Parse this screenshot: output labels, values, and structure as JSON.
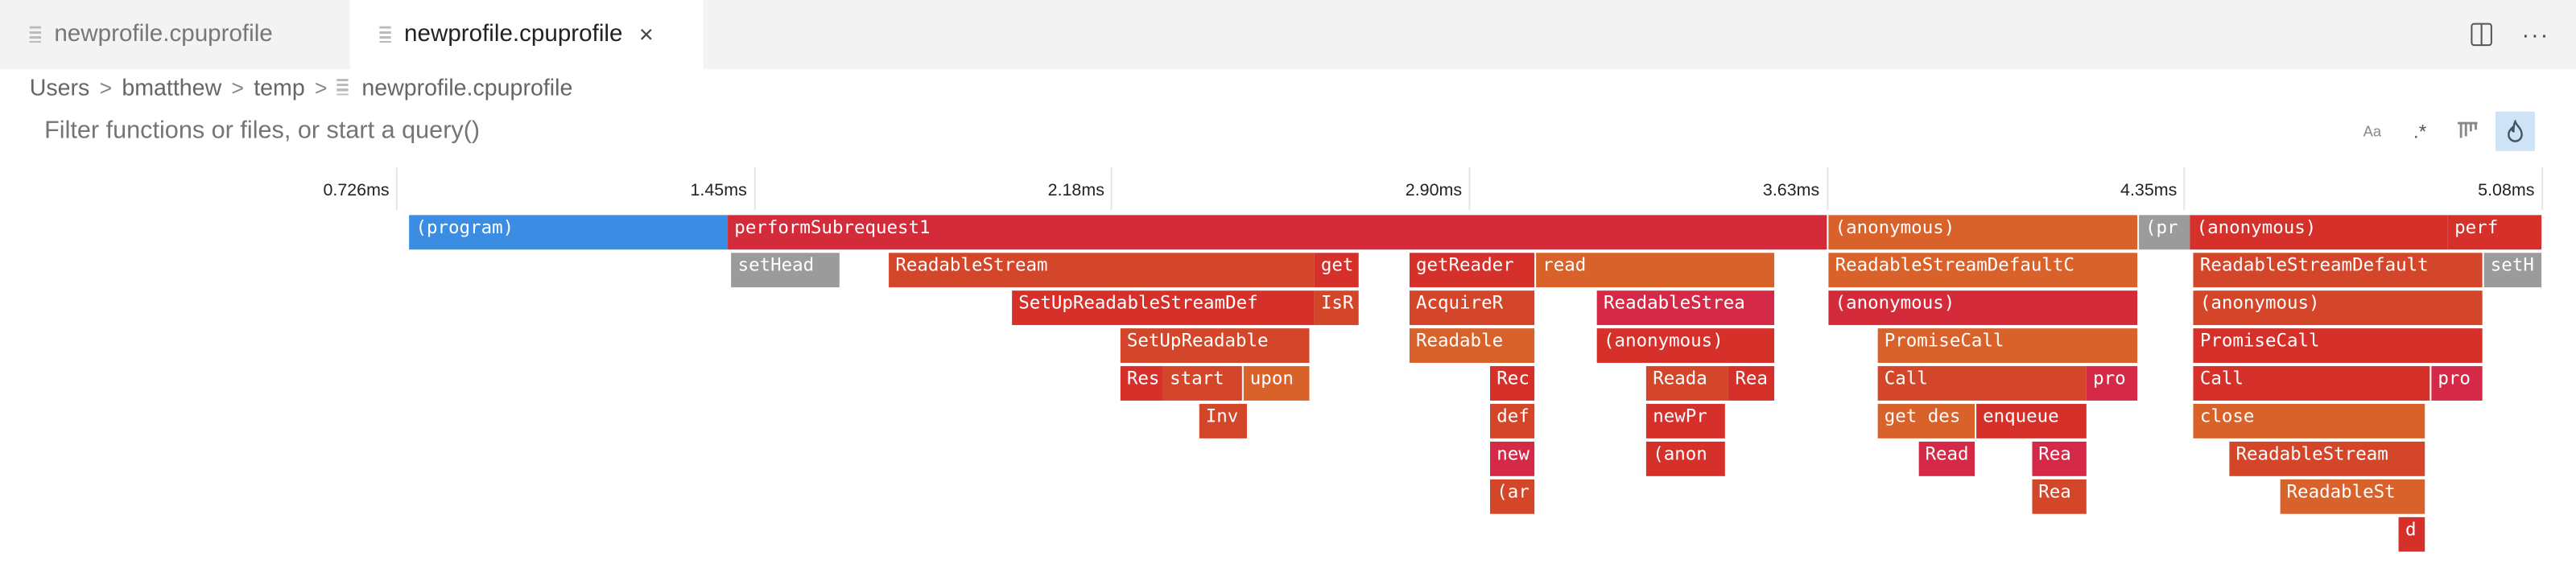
{
  "tabs": [
    {
      "label": "newprofile.cpuprofile",
      "active": false
    },
    {
      "label": "newprofile.cpuprofile",
      "active": true,
      "close": "×"
    }
  ],
  "actions": {
    "split": "split-editor-icon",
    "more": "···"
  },
  "breadcrumb": [
    "Users",
    "bmatthew",
    "temp",
    "newprofile.cpuprofile"
  ],
  "breadcrumb_sep": ">",
  "filter": {
    "placeholder": "Filter functions or files, or start a query()"
  },
  "tools": [
    {
      "label": "Aa",
      "icon": "match-case-icon",
      "active": false
    },
    {
      "label": ".*",
      "icon": "regex-icon",
      "active": false
    },
    {
      "label": "",
      "icon": "left-heavy-icon",
      "active": false
    },
    {
      "label": "",
      "icon": "flame-icon",
      "active": true
    }
  ],
  "colors": {
    "blue": "#3b8de3",
    "perform": "#d42b3a",
    "orange": "#d9622b",
    "gray": "#9b9b9b",
    "redorange": "#d4462a",
    "crimson": "#d42a47",
    "red": "#d5302a"
  },
  "chart_data": {
    "type": "flame",
    "unit": "ms",
    "xlim": [
      0.726,
      5.09
    ],
    "ticks": [
      "0.726ms",
      "1.45ms",
      "2.18ms",
      "2.90ms",
      "3.63ms",
      "4.35ms",
      "5.08ms"
    ],
    "tick_values": [
      0.726,
      1.452,
      2.178,
      2.904,
      3.63,
      4.356,
      5.082
    ],
    "bars": [
      {
        "label": "(program)",
        "depth": 0,
        "start": 0.753,
        "end": 1.4,
        "color": "blue"
      },
      {
        "label": "performSubrequest1",
        "depth": 0,
        "start": 1.4,
        "end": 3.635,
        "color": "perform"
      },
      {
        "label": "(anonymous)",
        "depth": 0,
        "start": 3.635,
        "end": 4.265,
        "color": "orange"
      },
      {
        "label": "(pr",
        "depth": 0,
        "start": 4.265,
        "end": 4.369,
        "color": "gray"
      },
      {
        "label": "(anonymous)",
        "depth": 0,
        "start": 4.369,
        "end": 4.893,
        "color": "red"
      },
      {
        "label": "perf",
        "depth": 0,
        "start": 4.893,
        "end": 5.086,
        "color": "red"
      },
      {
        "label": "setHead",
        "depth": 1,
        "start": 1.407,
        "end": 1.627,
        "color": "gray"
      },
      {
        "label": "ReadableStream",
        "depth": 1,
        "start": 1.727,
        "end": 2.591,
        "color": "redorange"
      },
      {
        "label": "get",
        "depth": 1,
        "start": 2.591,
        "end": 2.684,
        "color": "red"
      },
      {
        "label": "getReader",
        "depth": 1,
        "start": 2.784,
        "end": 3.041,
        "color": "red"
      },
      {
        "label": "read",
        "depth": 1,
        "start": 3.041,
        "end": 3.528,
        "color": "orange"
      },
      {
        "label": "ReadableStreamDefaultC",
        "depth": 1,
        "start": 3.635,
        "end": 4.265,
        "color": "orange"
      },
      {
        "label": "ReadableStreamDefault",
        "depth": 1,
        "start": 4.376,
        "end": 4.966,
        "color": "redorange"
      },
      {
        "label": "setH",
        "depth": 1,
        "start": 4.966,
        "end": 5.086,
        "color": "gray"
      },
      {
        "label": "SetUpReadableStreamDef",
        "depth": 2,
        "start": 1.977,
        "end": 2.591,
        "color": "red"
      },
      {
        "label": "IsR",
        "depth": 2,
        "start": 2.591,
        "end": 2.684,
        "color": "redorange"
      },
      {
        "label": "AcquireR",
        "depth": 2,
        "start": 2.784,
        "end": 3.041,
        "color": "redorange"
      },
      {
        "label": "ReadableStrea",
        "depth": 2,
        "start": 3.165,
        "end": 3.528,
        "color": "crimson"
      },
      {
        "label": "(anonymous)",
        "depth": 2,
        "start": 3.635,
        "end": 4.265,
        "color": "perform"
      },
      {
        "label": "(anonymous)",
        "depth": 2,
        "start": 4.376,
        "end": 4.966,
        "color": "redorange"
      },
      {
        "label": "SetUpReadable",
        "depth": 3,
        "start": 2.197,
        "end": 2.584,
        "color": "redorange"
      },
      {
        "label": "Readable",
        "depth": 3,
        "start": 2.784,
        "end": 3.041,
        "color": "orange"
      },
      {
        "label": "(anonymous)",
        "depth": 3,
        "start": 3.165,
        "end": 3.528,
        "color": "red"
      },
      {
        "label": "PromiseCall",
        "depth": 3,
        "start": 3.735,
        "end": 4.265,
        "color": "orange"
      },
      {
        "label": "PromiseCall",
        "depth": 3,
        "start": 4.376,
        "end": 4.966,
        "color": "red"
      },
      {
        "label": "Res",
        "depth": 4,
        "start": 2.197,
        "end": 2.284,
        "color": "red"
      },
      {
        "label": "start",
        "depth": 4,
        "start": 2.284,
        "end": 2.447,
        "color": "redorange"
      },
      {
        "label": "upon",
        "depth": 4,
        "start": 2.447,
        "end": 2.584,
        "color": "orange"
      },
      {
        "label": "Rec",
        "depth": 4,
        "start": 2.948,
        "end": 3.041,
        "color": "red"
      },
      {
        "label": "Reada",
        "depth": 4,
        "start": 3.265,
        "end": 3.432,
        "color": "redorange"
      },
      {
        "label": "Rea",
        "depth": 4,
        "start": 3.432,
        "end": 3.528,
        "color": "red"
      },
      {
        "label": "Call",
        "depth": 4,
        "start": 3.735,
        "end": 4.159,
        "color": "redorange"
      },
      {
        "label": "pro",
        "depth": 4,
        "start": 4.159,
        "end": 4.265,
        "color": "crimson"
      },
      {
        "label": "Call",
        "depth": 4,
        "start": 4.376,
        "end": 4.859,
        "color": "red"
      },
      {
        "label": "pro",
        "depth": 4,
        "start": 4.859,
        "end": 4.966,
        "color": "crimson"
      },
      {
        "label": "Inv",
        "depth": 5,
        "start": 2.357,
        "end": 2.457,
        "color": "redorange"
      },
      {
        "label": "def",
        "depth": 5,
        "start": 2.948,
        "end": 3.041,
        "color": "redorange"
      },
      {
        "label": "newPr",
        "depth": 5,
        "start": 3.265,
        "end": 3.425,
        "color": "red"
      },
      {
        "label": "get des",
        "depth": 5,
        "start": 3.735,
        "end": 3.935,
        "color": "orange"
      },
      {
        "label": "enqueue",
        "depth": 5,
        "start": 3.935,
        "end": 4.159,
        "color": "red"
      },
      {
        "label": "close",
        "depth": 5,
        "start": 4.376,
        "end": 4.849,
        "color": "orange"
      },
      {
        "label": "new",
        "depth": 6,
        "start": 2.948,
        "end": 3.041,
        "color": "crimson"
      },
      {
        "label": "(anon",
        "depth": 6,
        "start": 3.265,
        "end": 3.425,
        "color": "red"
      },
      {
        "label": "Read",
        "depth": 6,
        "start": 3.818,
        "end": 3.935,
        "color": "crimson"
      },
      {
        "label": "Rea",
        "depth": 6,
        "start": 4.048,
        "end": 4.159,
        "color": "crimson"
      },
      {
        "label": "ReadableStream",
        "depth": 6,
        "start": 4.449,
        "end": 4.849,
        "color": "redorange"
      },
      {
        "label": "(ar",
        "depth": 7,
        "start": 2.948,
        "end": 3.041,
        "color": "redorange"
      },
      {
        "label": "Rea",
        "depth": 7,
        "start": 4.048,
        "end": 4.159,
        "color": "redorange"
      },
      {
        "label": "ReadableSt",
        "depth": 7,
        "start": 4.552,
        "end": 4.849,
        "color": "orange"
      },
      {
        "label": "d",
        "depth": 8,
        "start": 4.793,
        "end": 4.849,
        "color": "red"
      }
    ]
  }
}
